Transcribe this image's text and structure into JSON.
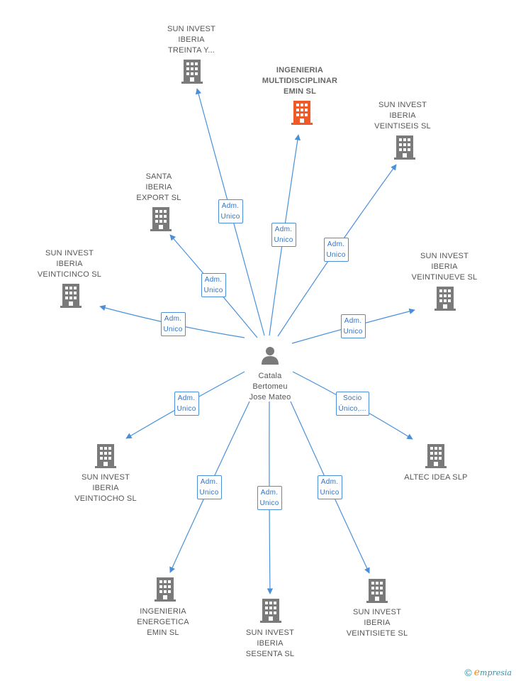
{
  "diagram": {
    "person": {
      "id": "person",
      "name_lines": [
        "Catala",
        "Bertomeu",
        "Jose Mateo"
      ]
    },
    "companies": [
      {
        "id": "treinta",
        "name_lines": [
          "SUN INVEST",
          "IBERIA",
          "TREINTA Y..."
        ],
        "highlight": false
      },
      {
        "id": "ingenieria_multi",
        "name_lines": [
          "INGENIERIA",
          "MULTIDISCIPLINAR",
          "EMIN SL"
        ],
        "highlight": true
      },
      {
        "id": "veintiseis",
        "name_lines": [
          "SUN INVEST",
          "IBERIA",
          "VEINTISEIS SL"
        ],
        "highlight": false
      },
      {
        "id": "santa",
        "name_lines": [
          "SANTA",
          "IBERIA",
          "EXPORT  SL"
        ],
        "highlight": false
      },
      {
        "id": "veinticinco",
        "name_lines": [
          "SUN INVEST",
          "IBERIA",
          "VEINTICINCO SL"
        ],
        "highlight": false
      },
      {
        "id": "veintinueve",
        "name_lines": [
          "SUN INVEST",
          "IBERIA",
          "VEINTINUEVE SL"
        ],
        "highlight": false
      },
      {
        "id": "veintiocho",
        "name_lines": [
          "SUN INVEST",
          "IBERIA",
          "VEINTIOCHO SL"
        ],
        "highlight": false
      },
      {
        "id": "altec",
        "name_lines": [
          "ALTEC IDEA  SLP"
        ],
        "highlight": false
      },
      {
        "id": "energetica",
        "name_lines": [
          "INGENIERIA",
          "ENERGETICA",
          "EMIN  SL"
        ],
        "highlight": false
      },
      {
        "id": "sesenta",
        "name_lines": [
          "SUN INVEST",
          "IBERIA",
          "SESENTA SL"
        ],
        "highlight": false
      },
      {
        "id": "veintisiete",
        "name_lines": [
          "SUN INVEST",
          "IBERIA",
          "VEINTISIETE SL"
        ],
        "highlight": false
      }
    ],
    "edges": [
      {
        "to": "treinta",
        "label_lines": [
          "Adm.",
          "Unico"
        ]
      },
      {
        "to": "ingenieria_multi",
        "label_lines": [
          "Adm.",
          "Unico"
        ]
      },
      {
        "to": "veintiseis",
        "label_lines": [
          "Adm.",
          "Unico"
        ]
      },
      {
        "to": "santa",
        "label_lines": [
          "Adm.",
          "Unico"
        ]
      },
      {
        "to": "veinticinco",
        "label_lines": [
          "Adm.",
          "Unico"
        ]
      },
      {
        "to": "veintinueve",
        "label_lines": [
          "Adm.",
          "Unico"
        ]
      },
      {
        "to": "veintiocho",
        "label_lines": [
          "Adm.",
          "Unico"
        ]
      },
      {
        "to": "altec",
        "label_lines": [
          "Socio",
          "Único,..."
        ]
      },
      {
        "to": "energetica",
        "label_lines": [
          "Adm.",
          "Unico"
        ]
      },
      {
        "to": "sesenta",
        "label_lines": [
          "Adm.",
          "Unico"
        ]
      },
      {
        "to": "veintisiete",
        "label_lines": [
          "Adm.",
          "Unico"
        ]
      }
    ],
    "colors": {
      "edge": "#4a90d9",
      "building": "#7a7a7a",
      "building_highlight": "#f05a28",
      "person": "#7a7a7a"
    }
  },
  "footer": {
    "copyright_symbol": "©",
    "brand_initial": "e",
    "brand_rest": "mpresia"
  }
}
